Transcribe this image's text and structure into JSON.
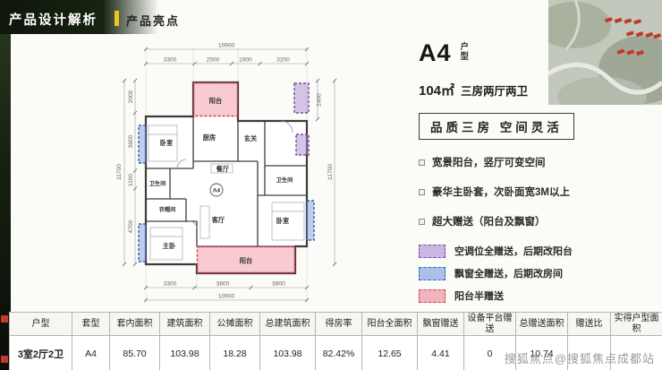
{
  "header": {
    "title": "产品设计解析",
    "subtitle": "产品亮点"
  },
  "unit": {
    "code": "A4",
    "type_label": "户\n型",
    "area": "104㎡",
    "desc": "三房两厅两卫",
    "slogan": "品质三房 空间灵活",
    "bullets": [
      "宽景阳台，竖厅可变空间",
      "豪华主卧套，次卧面宽3M以上",
      "超大赠送（阳台及飘窗）"
    ],
    "legend": [
      {
        "label": "空调位全赠送，后期改阳台",
        "fill": "#c9b6e4",
        "border": "#6f4fa0"
      },
      {
        "label": "飘窗全赠送，后期改房间",
        "fill": "#a8c0ea",
        "border": "#3a5fb0"
      },
      {
        "label": "阳台半赠送",
        "fill": "#f3b3bd",
        "border": "#d23b4e"
      }
    ]
  },
  "floorplan": {
    "rooms": {
      "balcony_top": "阳台",
      "kitchen": "厨房",
      "foyer": "玄关",
      "bedroom_nw": "卧室",
      "dining": "餐厅",
      "bath_left": "卫生间",
      "bath_right": "卫生间",
      "cloakroom": "衣帽间",
      "living": "客厅",
      "bedroom_e": "卧室",
      "master": "主卧",
      "balcony_bottom": "阳台",
      "badge": "A4"
    },
    "dims": {
      "top_total": "10900",
      "top": [
        "3300",
        "2500",
        "1900",
        "3200"
      ],
      "left_total": "11700",
      "left": [
        "2000",
        "3600",
        "1100",
        "4700"
      ],
      "right": [
        "2400"
      ],
      "right_total": "11700",
      "bottom": [
        "3300",
        "3800",
        "3800"
      ],
      "bottom_total": "10900"
    }
  },
  "table": {
    "headers": [
      "户型",
      "套型",
      "套内面积",
      "建筑面积",
      "公摊面积",
      "总建筑面积",
      "得房率",
      "阳台全面积",
      "飘窗赠送",
      "设备平台赠送",
      "总赠送面积",
      "赠送比",
      "实得户型面积"
    ],
    "row": [
      "3室2厅2卫",
      "A4",
      "85.70",
      "103.98",
      "18.28",
      "103.98",
      "82.42%",
      "12.65",
      "4.41",
      "0",
      "10.74",
      "",
      ""
    ]
  },
  "watermark": "搜狐焦点@搜狐焦点成都站",
  "colors": {
    "accent_yellow": "#f0c419",
    "marker_red": "#c0392b",
    "map_building_red": "#c0392b"
  }
}
